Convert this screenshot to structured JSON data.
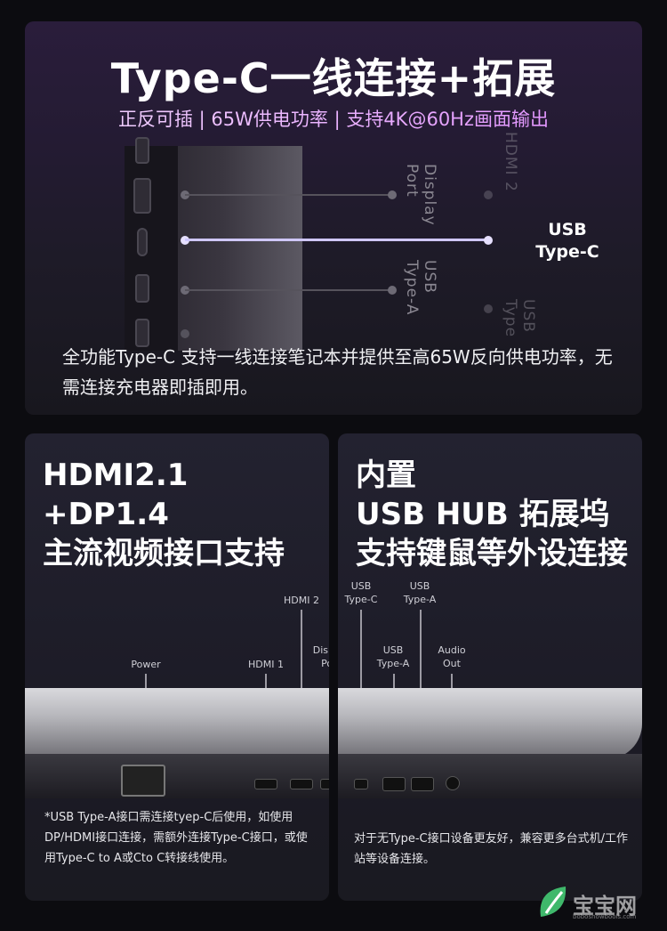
{
  "top": {
    "title": "Type-C一线连接+拓展",
    "subtitle": "正反可插 | 65W供电功率 | 支持4K@60Hz画面输出",
    "labels": {
      "hdmi2": "HDMI 2",
      "display_port": "Display Port",
      "usb_type_c": "USB\nType-C",
      "usb_type_a": "USB Type-A",
      "usb_partial": "USB Type"
    },
    "description": "全功能Type-C 支持一线连接笔记本并提供至高65W反向供电功率，无需连接充电器即插即用。"
  },
  "left": {
    "title": "HDMI2.1\n+DP1.4\n主流视频接口支持",
    "ports": {
      "power": "Power",
      "hdmi1": "HDMI 1",
      "hdmi2": "HDMI 2",
      "dp": "Display\nPort"
    },
    "note": "*USB Type-A接口需连接tyep-C后使用，如使用DP/HDMI接口连接，需额外连接Type-C接口，或使用Type-C to A或Cto C转接线使用。"
  },
  "right": {
    "title": "内置\nUSB HUB 拓展坞\n支持键鼠等外设连接",
    "ports": {
      "usb_c": "USB\nType-C",
      "usb_a1": "USB\nType-A",
      "usb_a2": "USB\nType-A",
      "audio": "Audio\nOut"
    },
    "note": "对于无Type-C接口设备更友好，兼容更多台式机/工作站等设备连接。"
  },
  "watermark": {
    "text": "宝宝网",
    "sub": "bobosnowbools.com"
  },
  "colors": {
    "accent": "#e08bff",
    "background": "#0c0c10"
  }
}
